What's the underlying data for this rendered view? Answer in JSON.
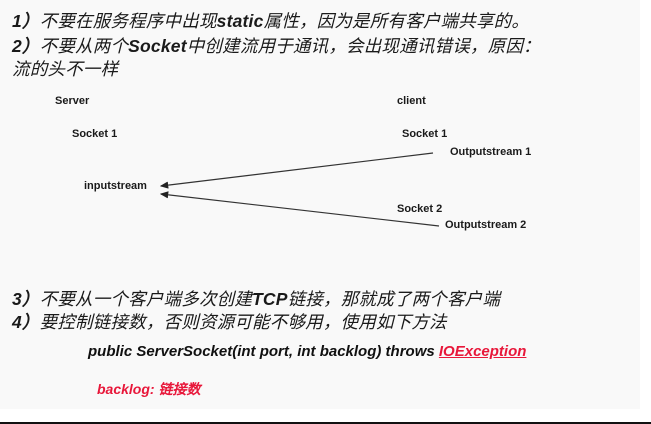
{
  "rules": [
    {
      "num": "1）",
      "pre": "不要在服务程序中出现",
      "bold": "static",
      "post": "属性，因为是所有客户端共享的。"
    },
    {
      "num": "2）",
      "pre": "不要从两个",
      "bold": "Socket",
      "post": "中创建流用于通讯，会出现通讯错误，原因："
    },
    {
      "num": "",
      "pre": "流的头不一样",
      "bold": "",
      "post": ""
    },
    {
      "num": "3）",
      "pre": "不要从一个客户端多次创建",
      "bold": "TCP",
      "post": "链接，那就成了两个客户端"
    },
    {
      "num": "4）",
      "pre": "要控制链接数，否则资源可能不够用，使用如下方法",
      "bold": "",
      "post": ""
    }
  ],
  "diagram": {
    "server_label": "Server",
    "client_label": "client",
    "server_socket": "Socket 1",
    "client_socket1": "Socket 1",
    "outputstream1": "Outputstream 1",
    "inputstream": "inputstream",
    "client_socket2": "Socket 2",
    "outputstream2": "Outputstream 2"
  },
  "code": {
    "signature": "public ServerSocket(int port, int backlog) throws ",
    "exception": "IOException",
    "backlog_note": "backlog: 链接数"
  },
  "colors": {
    "accent_red": "#e8173a",
    "slide_bg": "#f9f9f9"
  }
}
